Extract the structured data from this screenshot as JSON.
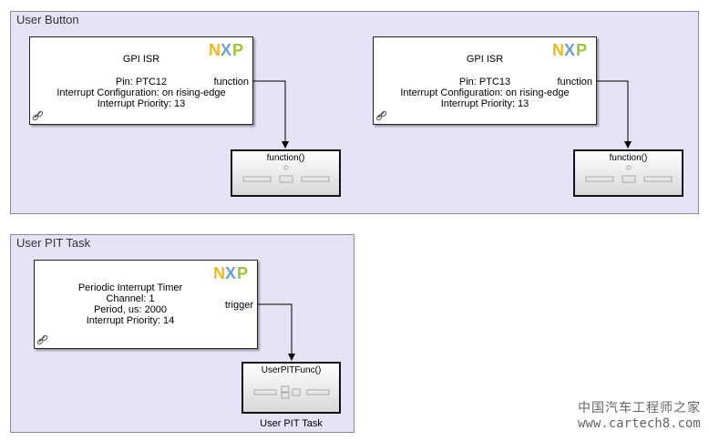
{
  "areas": {
    "user_button": {
      "title": "User Button"
    },
    "user_pit": {
      "title": "User PIT Task"
    }
  },
  "gpi_isr_1": {
    "title": "GPI ISR",
    "pin": "Pin: PTC12",
    "config": "Interrupt Configuration: on rising-edge",
    "priority": "Interrupt Priority: 13",
    "port": "function",
    "logo": "NXP"
  },
  "gpi_isr_2": {
    "title": "GPI ISR",
    "pin": "Pin: PTC13",
    "config": "Interrupt Configuration: on rising-edge",
    "priority": "Interrupt Priority: 13",
    "port": "function",
    "logo": "NXP"
  },
  "fn_block_1": {
    "title": "function()"
  },
  "fn_block_2": {
    "title": "function()"
  },
  "pit_block": {
    "line1": "Periodic Interrupt Timer",
    "line2": "Channel: 1",
    "line3": "Period, us: 2000",
    "line4": "Interrupt Priority: 14",
    "port": "trigger",
    "logo": "NXP"
  },
  "pit_fn_block": {
    "title": "UserPITFunc()",
    "caption": "User PIT Task"
  },
  "watermark": {
    "line1": "中国汽车工程师之家",
    "line2": "www.cartech8.com"
  },
  "colors": {
    "area_bg": "#e4e4f6",
    "nxp_yellow": "#f2b81a",
    "nxp_blue": "#6aa0d6",
    "nxp_green": "#9cc43a"
  }
}
